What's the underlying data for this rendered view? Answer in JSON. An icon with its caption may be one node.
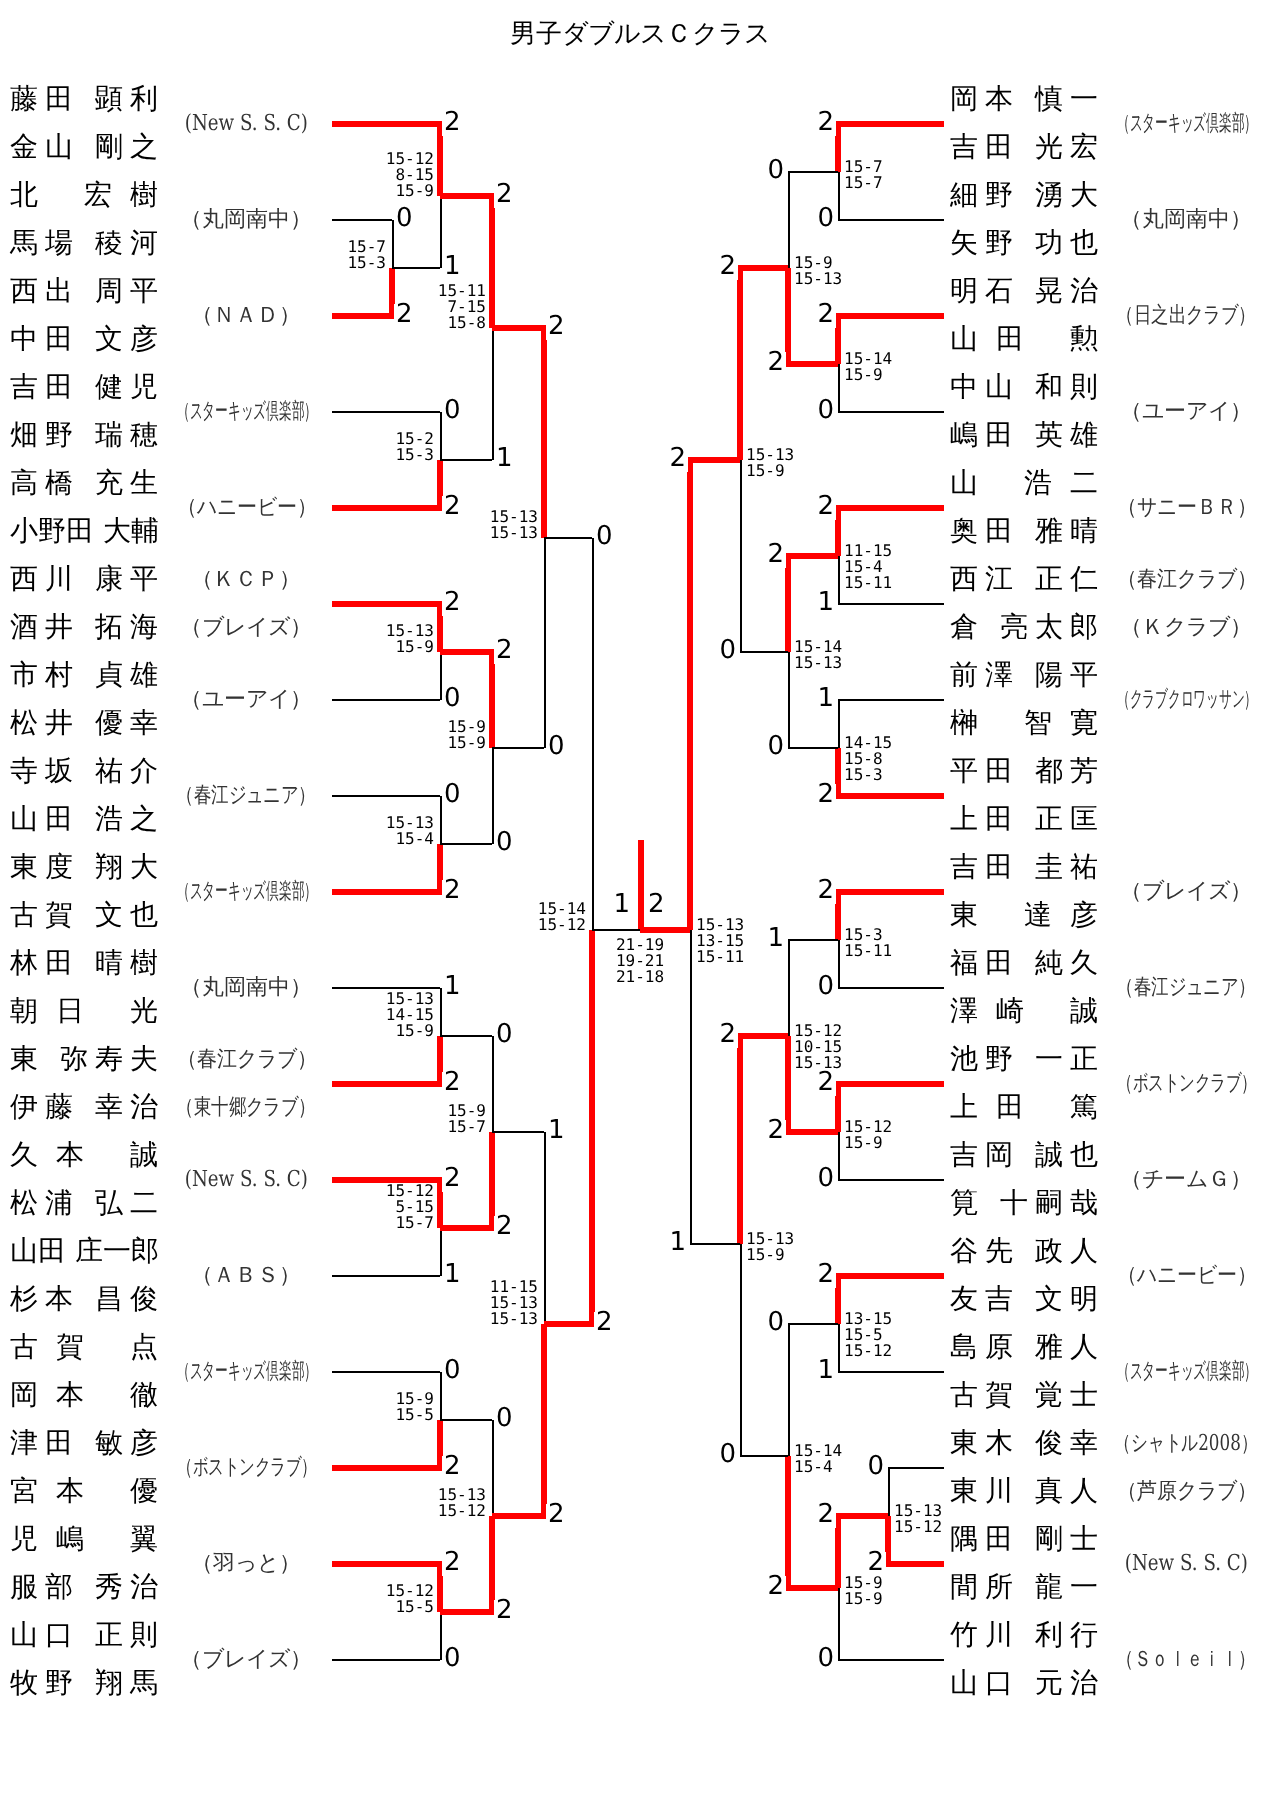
{
  "diagram": {
    "title": "男子ダブルスＣクラス",
    "nodes": [
      {
        "text": [
          "藤田 顕利",
          "金山 剛之",
          "(New S. S. C)"
        ]
      },
      {
        "text": [
          "北 宏樹",
          "馬場 稜河",
          "（丸岡南中）"
        ]
      },
      {
        "text": [
          "西出 周平",
          "中田 文彦",
          "（ＮＡＤ）"
        ]
      },
      {
        "text": [
          "吉田 健児",
          "畑野 瑞穂",
          "（スターキッズ倶楽部）"
        ]
      },
      {
        "text": [
          "高橋 充生",
          "小野田 大輔",
          "（ハニービー）"
        ]
      },
      {
        "text": [
          "西川 康平",
          "（ＫＣＰ）",
          "酒井 拓海",
          "（ブレイズ）"
        ]
      },
      {
        "text": [
          "市村 貞雄",
          "松井 優幸",
          "（ユーアイ）"
        ]
      },
      {
        "text": [
          "寺坂 祐介",
          "山田 浩之",
          "（春江ジュニア）"
        ]
      },
      {
        "text": [
          "東度 翔大",
          "古賀 文也",
          "（スターキッズ倶楽部）"
        ]
      },
      {
        "text": [
          "林田 晴樹",
          "朝日 光",
          "（丸岡南中）"
        ]
      },
      {
        "text": [
          "東 弥寿夫",
          "（春江クラブ）",
          "伊藤 幸治",
          "（東十郷クラブ）"
        ]
      },
      {
        "text": [
          "久本 誠",
          "松浦 弘二",
          "(New S. S. C)"
        ]
      },
      {
        "text": [
          "山田 庄一郎",
          "杉本 昌俊",
          "（ＡＢＳ）"
        ]
      },
      {
        "text": [
          "古賀 点",
          "岡本 徹",
          "（スターキッズ倶楽部）"
        ]
      },
      {
        "text": [
          "津田 敏彦",
          "宮本 優",
          "（ボストンクラブ）"
        ]
      },
      {
        "text": [
          "児嶋 翼",
          "服部 秀治",
          "（羽っと）"
        ]
      },
      {
        "text": [
          "山口 正則",
          "牧野 翔馬",
          "（ブレイズ）"
        ]
      },
      {
        "text": [
          "岡本 慎一",
          "吉田 光宏",
          "（スターキッズ倶楽部）"
        ]
      },
      {
        "text": [
          "細野 湧大",
          "矢野 功也",
          "（丸岡南中）"
        ]
      },
      {
        "text": [
          "明石 晃治",
          "山田 勲",
          "（日之出クラブ）"
        ]
      },
      {
        "text": [
          "中山 和則",
          "嶋田 英雄",
          "（ユーアイ）"
        ]
      },
      {
        "text": [
          "山 浩二",
          "奥田 雅晴",
          "（サニーＢＲ）"
        ]
      },
      {
        "text": [
          "西江 正仁",
          "（春江クラブ）",
          "倉 亮太郎",
          "（Ｋクラブ）"
        ]
      },
      {
        "text": [
          "前澤 陽平",
          "榊 智寛",
          "（クラブクロワッサン）"
        ]
      },
      {
        "text": [
          "平田 都芳",
          "上田 正匡"
        ]
      },
      {
        "text": [
          "吉田 圭祐",
          "東 達彦",
          "（ブレイズ）"
        ]
      },
      {
        "text": [
          "福田 純久",
          "澤崎 誠",
          "（春江ジュニア）"
        ]
      },
      {
        "text": [
          "池野 一正",
          "上田 篤",
          "（ボストンクラブ）"
        ]
      },
      {
        "text": [
          "吉岡 誠也",
          "筧 十嗣哉",
          "（チームＧ）"
        ]
      },
      {
        "text": [
          "谷先 政人",
          "友吉 文明",
          "（ハニービー）"
        ]
      },
      {
        "text": [
          "島原 雅人",
          "古賀 覚士",
          "（スターキッズ倶楽部）"
        ]
      },
      {
        "text": [
          "東木 俊幸",
          "（シャトル2008）",
          "東川 真人",
          "（芦原クラブ）"
        ]
      },
      {
        "text": [
          "隅田 剛士",
          "間所 龍一",
          "(New S. S. C)"
        ]
      },
      {
        "text": [
          "竹川 利行",
          "山口 元治",
          "（Ｓｏｌｅｉｌ）"
        ]
      },
      {
        "text": [],
        "shape": "bar",
        "beside": [
          "15-7",
          "15-3"
        ]
      },
      {
        "text": [],
        "shape": "bar",
        "beside": [
          "15-12",
          "8-15",
          "15-9"
        ]
      },
      {
        "text": [],
        "shape": "bar",
        "beside": [
          "15-2",
          "15-3"
        ]
      },
      {
        "text": [],
        "shape": "bar",
        "beside": [
          "15-11",
          "7-15",
          "15-8"
        ]
      },
      {
        "text": [],
        "shape": "bar",
        "beside": [
          "15-13",
          "15-9"
        ]
      },
      {
        "text": [],
        "shape": "bar",
        "beside": [
          "15-13",
          "15-4"
        ]
      },
      {
        "text": [],
        "shape": "bar",
        "beside": [
          "15-9",
          "15-9"
        ]
      },
      {
        "text": [],
        "shape": "bar",
        "beside": [
          "15-13",
          "15-13"
        ]
      },
      {
        "text": [],
        "shape": "bar",
        "beside": [
          "15-13",
          "14-15",
          "15-9"
        ]
      },
      {
        "text": [],
        "shape": "bar",
        "beside": [
          "15-12",
          "5-15",
          "15-7"
        ]
      },
      {
        "text": [],
        "shape": "bar",
        "beside": [
          "15-9",
          "15-7"
        ]
      },
      {
        "text": [],
        "shape": "bar",
        "beside": [
          "15-9",
          "15-5"
        ]
      },
      {
        "text": [],
        "shape": "bar",
        "beside": [
          "15-12",
          "15-5"
        ]
      },
      {
        "text": [],
        "shape": "bar",
        "beside": [
          "15-13",
          "15-12"
        ]
      },
      {
        "text": [],
        "shape": "bar",
        "beside": [
          "11-15",
          "15-13",
          "15-13"
        ]
      },
      {
        "text": [],
        "shape": "bar",
        "beside": [
          "15-14",
          "15-12"
        ]
      },
      {
        "text": [],
        "shape": "bar",
        "beside": [
          "15-7",
          "15-7"
        ]
      },
      {
        "text": [],
        "shape": "bar",
        "beside": [
          "15-14",
          "15-9"
        ]
      },
      {
        "text": [],
        "shape": "bar",
        "beside": [
          "15-9",
          "15-13"
        ]
      },
      {
        "text": [],
        "shape": "bar",
        "beside": [
          "11-15",
          "15-4",
          "15-11"
        ]
      },
      {
        "text": [],
        "shape": "bar",
        "beside": [
          "14-15",
          "15-8",
          "15-3"
        ]
      },
      {
        "text": [],
        "shape": "bar",
        "beside": [
          "15-14",
          "15-13"
        ]
      },
      {
        "text": [],
        "shape": "bar",
        "beside": [
          "15-13",
          "15-9"
        ]
      },
      {
        "text": [],
        "shape": "bar",
        "beside": [
          "15-3",
          "15-11"
        ]
      },
      {
        "text": [],
        "shape": "bar",
        "beside": [
          "15-12",
          "15-9"
        ]
      },
      {
        "text": [],
        "shape": "bar",
        "beside": [
          "15-12",
          "10-15",
          "15-13"
        ]
      },
      {
        "text": [],
        "shape": "bar",
        "beside": [
          "13-15",
          "15-5",
          "15-12"
        ]
      },
      {
        "text": [],
        "shape": "bar",
        "beside": [
          "15-13",
          "15-12"
        ]
      },
      {
        "text": [],
        "shape": "bar",
        "beside": [
          "15-9",
          "15-9"
        ]
      },
      {
        "text": [],
        "shape": "bar",
        "beside": [
          "15-14",
          "15-4"
        ]
      },
      {
        "text": [],
        "shape": "bar",
        "beside": [
          "15-13",
          "15-9"
        ]
      },
      {
        "text": [],
        "shape": "bar",
        "beside": [
          "15-13",
          "13-15",
          "15-11"
        ]
      },
      {
        "text": [],
        "shape": "bar",
        "beside": [
          "21-19",
          "19-21",
          "21-18"
        ]
      }
    ],
    "edges": [
      {
        "from": 1,
        "to": 34,
        "arrow": "none",
        "label": "0"
      },
      {
        "from": 2,
        "to": 34,
        "arrow": "none",
        "label": "2",
        "style": "thick",
        "color": "#ff0000"
      },
      {
        "from": 0,
        "to": 35,
        "arrow": "none",
        "label": "2",
        "style": "thick",
        "color": "#ff0000"
      },
      {
        "from": 34,
        "to": 35,
        "arrow": "none",
        "label": "1"
      },
      {
        "from": 3,
        "to": 36,
        "arrow": "none",
        "label": "0"
      },
      {
        "from": 4,
        "to": 36,
        "arrow": "none",
        "label": "2",
        "style": "thick",
        "color": "#ff0000"
      },
      {
        "from": 35,
        "to": 37,
        "arrow": "none",
        "label": "2",
        "style": "thick",
        "color": "#ff0000"
      },
      {
        "from": 36,
        "to": 37,
        "arrow": "none",
        "label": "1"
      },
      {
        "from": 5,
        "to": 38,
        "arrow": "none",
        "label": "2",
        "style": "thick",
        "color": "#ff0000"
      },
      {
        "from": 6,
        "to": 38,
        "arrow": "none",
        "label": "0"
      },
      {
        "from": 7,
        "to": 39,
        "arrow": "none",
        "label": "0"
      },
      {
        "from": 8,
        "to": 39,
        "arrow": "none",
        "label": "2",
        "style": "thick",
        "color": "#ff0000"
      },
      {
        "from": 38,
        "to": 40,
        "arrow": "none",
        "label": "2",
        "style": "thick",
        "color": "#ff0000"
      },
      {
        "from": 39,
        "to": 40,
        "arrow": "none",
        "label": "0"
      },
      {
        "from": 37,
        "to": 41,
        "arrow": "none",
        "label": "2",
        "style": "thick",
        "color": "#ff0000"
      },
      {
        "from": 40,
        "to": 41,
        "arrow": "none",
        "label": "0"
      },
      {
        "from": 9,
        "to": 42,
        "arrow": "none",
        "label": "1"
      },
      {
        "from": 10,
        "to": 42,
        "arrow": "none",
        "label": "2",
        "style": "thick",
        "color": "#ff0000"
      },
      {
        "from": 11,
        "to": 43,
        "arrow": "none",
        "label": "2",
        "style": "thick",
        "color": "#ff0000"
      },
      {
        "from": 12,
        "to": 43,
        "arrow": "none",
        "label": "1"
      },
      {
        "from": 42,
        "to": 44,
        "arrow": "none",
        "label": "0"
      },
      {
        "from": 43,
        "to": 44,
        "arrow": "none",
        "label": "2",
        "style": "thick",
        "color": "#ff0000"
      },
      {
        "from": 13,
        "to": 45,
        "arrow": "none",
        "label": "0"
      },
      {
        "from": 14,
        "to": 45,
        "arrow": "none",
        "label": "2",
        "style": "thick",
        "color": "#ff0000"
      },
      {
        "from": 15,
        "to": 46,
        "arrow": "none",
        "label": "2",
        "style": "thick",
        "color": "#ff0000"
      },
      {
        "from": 16,
        "to": 46,
        "arrow": "none",
        "label": "0"
      },
      {
        "from": 45,
        "to": 47,
        "arrow": "none",
        "label": "0"
      },
      {
        "from": 46,
        "to": 47,
        "arrow": "none",
        "label": "2",
        "style": "thick",
        "color": "#ff0000"
      },
      {
        "from": 44,
        "to": 48,
        "arrow": "none",
        "label": "1"
      },
      {
        "from": 47,
        "to": 48,
        "arrow": "none",
        "label": "2",
        "style": "thick",
        "color": "#ff0000"
      },
      {
        "from": 41,
        "to": 49,
        "arrow": "none",
        "label": "0"
      },
      {
        "from": 48,
        "to": 49,
        "arrow": "none",
        "label": "2",
        "style": "thick",
        "color": "#ff0000"
      },
      {
        "from": 17,
        "to": 50,
        "arrow": "none",
        "label": "2",
        "style": "thick",
        "color": "#ff0000"
      },
      {
        "from": 18,
        "to": 50,
        "arrow": "none",
        "label": "0"
      },
      {
        "from": 19,
        "to": 51,
        "arrow": "none",
        "label": "2",
        "style": "thick",
        "color": "#ff0000"
      },
      {
        "from": 20,
        "to": 51,
        "arrow": "none",
        "label": "0"
      },
      {
        "from": 50,
        "to": 52,
        "arrow": "none",
        "label": "0"
      },
      {
        "from": 51,
        "to": 52,
        "arrow": "none",
        "label": "2",
        "style": "thick",
        "color": "#ff0000"
      },
      {
        "from": 21,
        "to": 53,
        "arrow": "none",
        "label": "2",
        "style": "thick",
        "color": "#ff0000"
      },
      {
        "from": 22,
        "to": 53,
        "arrow": "none",
        "label": "1"
      },
      {
        "from": 23,
        "to": 54,
        "arrow": "none",
        "label": "1"
      },
      {
        "from": 24,
        "to": 54,
        "arrow": "none",
        "label": "2",
        "style": "thick",
        "color": "#ff0000"
      },
      {
        "from": 53,
        "to": 55,
        "arrow": "none",
        "label": "2",
        "style": "thick",
        "color": "#ff0000"
      },
      {
        "from": 54,
        "to": 55,
        "arrow": "none",
        "label": "0"
      },
      {
        "from": 52,
        "to": 56,
        "arrow": "none",
        "label": "2",
        "style": "thick",
        "color": "#ff0000"
      },
      {
        "from": 55,
        "to": 56,
        "arrow": "none",
        "label": "0"
      },
      {
        "from": 25,
        "to": 57,
        "arrow": "none",
        "label": "2",
        "style": "thick",
        "color": "#ff0000"
      },
      {
        "from": 26,
        "to": 57,
        "arrow": "none",
        "label": "0"
      },
      {
        "from": 27,
        "to": 58,
        "arrow": "none",
        "label": "2",
        "style": "thick",
        "color": "#ff0000"
      },
      {
        "from": 28,
        "to": 58,
        "arrow": "none",
        "label": "0"
      },
      {
        "from": 57,
        "to": 59,
        "arrow": "none",
        "label": "1"
      },
      {
        "from": 58,
        "to": 59,
        "arrow": "none",
        "label": "2",
        "style": "thick",
        "color": "#ff0000"
      },
      {
        "from": 29,
        "to": 60,
        "arrow": "none",
        "label": "2",
        "style": "thick",
        "color": "#ff0000"
      },
      {
        "from": 30,
        "to": 60,
        "arrow": "none",
        "label": "1"
      },
      {
        "from": 31,
        "to": 61,
        "arrow": "none",
        "label": "0"
      },
      {
        "from": 32,
        "to": 61,
        "arrow": "none",
        "label": "2",
        "style": "thick",
        "color": "#ff0000"
      },
      {
        "from": 61,
        "to": 62,
        "arrow": "none",
        "label": "2",
        "style": "thick",
        "color": "#ff0000"
      },
      {
        "from": 33,
        "to": 62,
        "arrow": "none",
        "label": "0"
      },
      {
        "from": 60,
        "to": 63,
        "arrow": "none",
        "label": "0"
      },
      {
        "from": 62,
        "to": 63,
        "arrow": "none",
        "label": "2",
        "style": "thick",
        "color": "#ff0000"
      },
      {
        "from": 59,
        "to": 64,
        "arrow": "none",
        "label": "2",
        "style": "thick",
        "color": "#ff0000"
      },
      {
        "from": 63,
        "to": 64,
        "arrow": "none",
        "label": "0"
      },
      {
        "from": 56,
        "to": 65,
        "arrow": "none",
        "label": "2",
        "style": "thick",
        "color": "#ff0000"
      },
      {
        "from": 64,
        "to": 65,
        "arrow": "none",
        "label": "1"
      },
      {
        "from": 49,
        "to": 66,
        "arrow": "none",
        "label": "1"
      },
      {
        "from": 65,
        "to": 66,
        "arrow": "none",
        "label": "2",
        "style": "thick",
        "color": "#ff0000"
      }
    ]
  }
}
